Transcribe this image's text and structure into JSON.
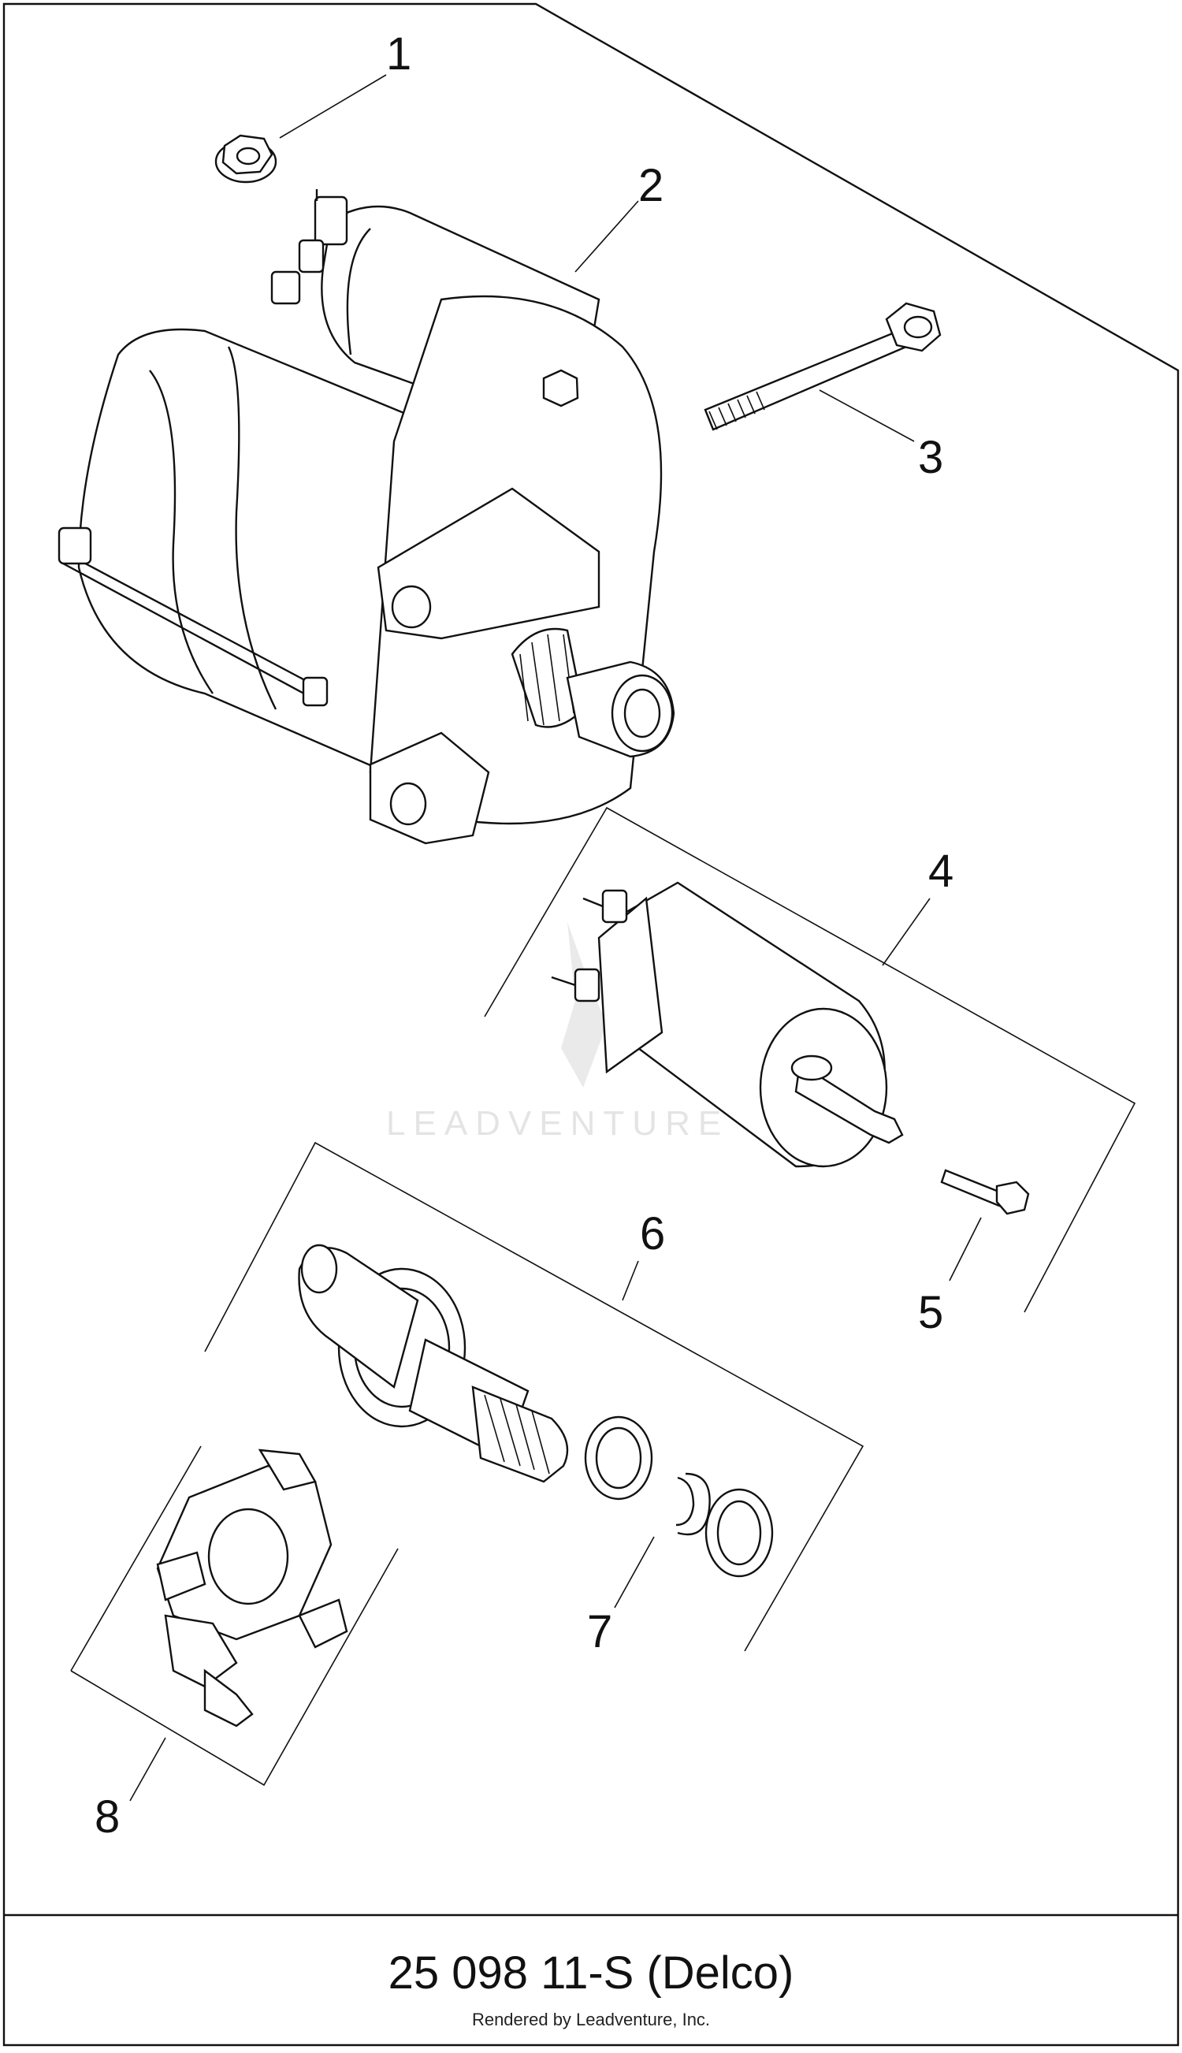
{
  "callouts": [
    {
      "id": "1",
      "label": "1"
    },
    {
      "id": "2",
      "label": "2"
    },
    {
      "id": "3",
      "label": "3"
    },
    {
      "id": "4",
      "label": "4"
    },
    {
      "id": "5",
      "label": "5"
    },
    {
      "id": "6",
      "label": "6"
    },
    {
      "id": "7",
      "label": "7"
    },
    {
      "id": "8",
      "label": "8"
    }
  ],
  "watermark": "LEADVENTURE",
  "footer": {
    "title": "25 098 11-S (Delco)",
    "credit": "Rendered by Leadventure, Inc."
  }
}
